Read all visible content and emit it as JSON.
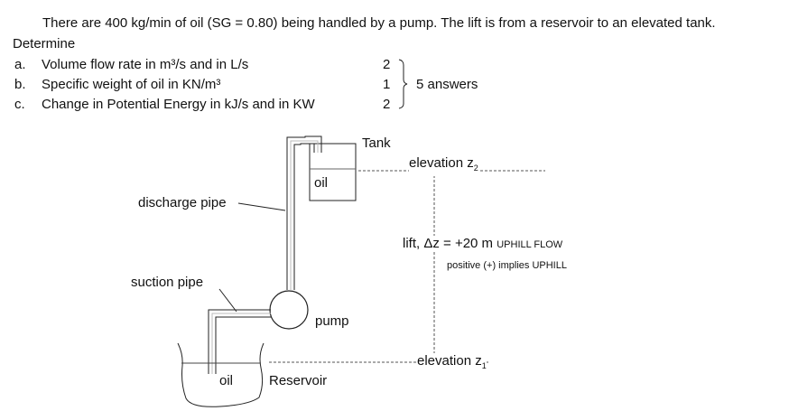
{
  "problem": {
    "statement": "There are 400 kg/min of oil (SG = 0.80) being handled by a pump. The lift is from a reservoir to an elevated tank.",
    "determine_label": "Determine",
    "items": [
      {
        "marker": "a.",
        "text": "Volume flow rate in m³/s and in L/s",
        "points": "2"
      },
      {
        "marker": "b.",
        "text": "Specific weight of oil in KN/m³",
        "points": "1"
      },
      {
        "marker": "c.",
        "text": "Change in Potential Energy in kJ/s and in KW",
        "points": "2"
      }
    ],
    "answers_note": "5 answers"
  },
  "diagram": {
    "tank_label": "Tank",
    "tank_oil_label": "oil",
    "elevation_top_label": "elevation z",
    "elevation_top_subscript": "2",
    "discharge_pipe_label": "discharge pipe",
    "lift_label": "lift, Δz = +20 m",
    "uphill_label": "UPHILL FLOW",
    "positive_note": "positive (+) implies UPHILL",
    "suction_pipe_label": "suction pipe",
    "pump_label": "pump",
    "elevation_bottom_label": "elevation z",
    "elevation_bottom_subscript": "1",
    "reservoir_oil_label": "oil",
    "reservoir_label": "Reservoir"
  }
}
